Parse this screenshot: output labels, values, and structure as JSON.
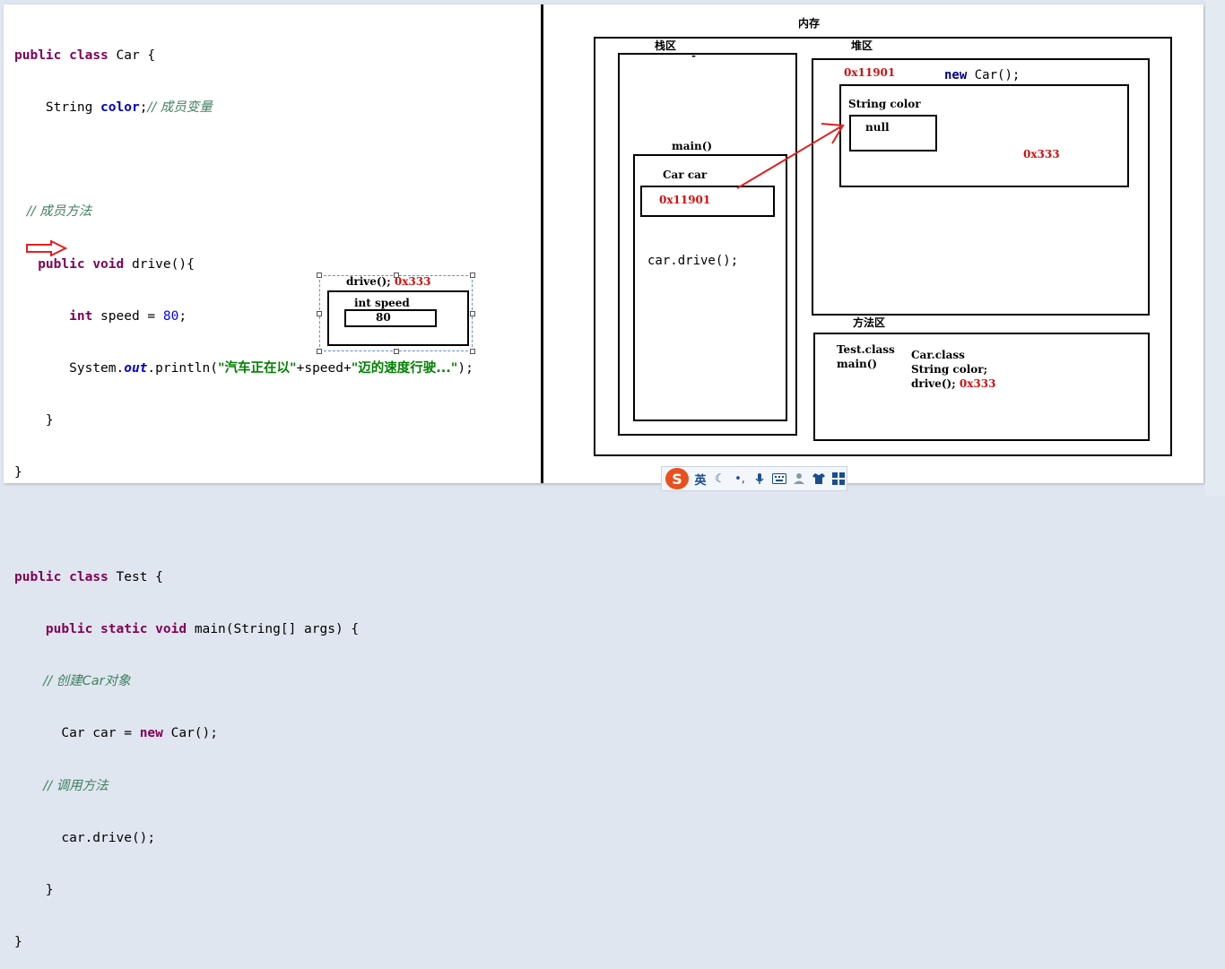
{
  "code": {
    "car_class_decl": [
      "public",
      "class",
      " Car {"
    ],
    "field_line": [
      "    String ",
      "color",
      ";",
      "// 成员变量"
    ],
    "method_comment": "   // 成员方法",
    "drive_decl": [
      "   ",
      "public",
      " ",
      "void",
      " drive(){"
    ],
    "speed_line": [
      "       ",
      "int",
      " speed = ",
      "80",
      ";"
    ],
    "print_line": [
      "       System.",
      "out",
      ".println(",
      "\"汽车正在以\"",
      "+speed+",
      "\"迈的速度行驶...\"",
      ");"
    ],
    "close_method": "    }",
    "close_class": "}",
    "test_class_decl": [
      "public",
      "class",
      " Test {"
    ],
    "main_decl": [
      "    ",
      "public",
      " ",
      "static",
      " ",
      "void",
      " main(String[] args) {"
    ],
    "create_comment": "       // 创建Car对象",
    "new_line": [
      "      Car car = ",
      "new",
      " Car();"
    ],
    "call_comment": "       // 调用方法",
    "drive_call": "      car.drive();",
    "close_main": "    }",
    "close_test": "}"
  },
  "frame": {
    "label": "drive();",
    "address": "0x333",
    "var_label": "int speed",
    "var_value": "80"
  },
  "memory": {
    "title": "内存",
    "stack": {
      "title": "栈区",
      "dash": "-",
      "main_label": "main()",
      "var_label": "Car car",
      "var_value": "0x11901",
      "call": "car.drive();"
    },
    "heap": {
      "title": "堆区",
      "address": "0x11901",
      "new_kw": "new",
      "new_rest": " Car();",
      "field_label": "String color",
      "field_value": "null",
      "method_addr": "0x333"
    },
    "method_area": {
      "title": "方法区",
      "test_class": "Test.class",
      "test_main": "main()",
      "car_class": "Car.class",
      "car_field": "String color;",
      "car_drive": "drive();",
      "car_drive_addr": "0x333"
    }
  },
  "colors": {
    "keyword": "#7f0055",
    "comment": "#3f7f5f",
    "field": "#0000c0",
    "number": "#0000ff",
    "string": "#008000",
    "address": "#d01010",
    "arrow": "#e02020"
  },
  "toolbar": {
    "ime_lang": "英"
  }
}
